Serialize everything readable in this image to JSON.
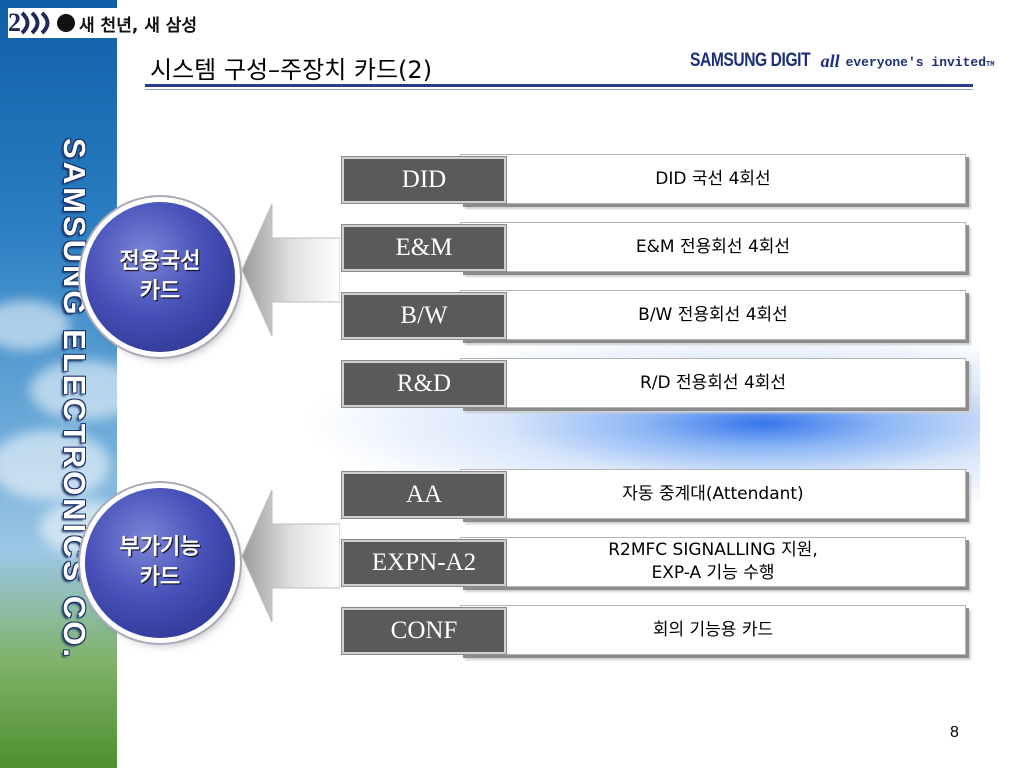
{
  "header": {
    "logo_number": "2",
    "logo_slogan": "새 천년, 새 삼성",
    "title": "시스템 구성–주장치 카드(2)",
    "brand_samsung_digital": "SAMSUNG DIGIT",
    "brand_all": "all",
    "brand_tagline": "everyone's invited",
    "brand_tm": "TM"
  },
  "side_banner": {
    "text": "SAMSUNG ELECTRONICS CO."
  },
  "groups": [
    {
      "label": "전용국선\n카드"
    },
    {
      "label": "부가기능\n카드"
    }
  ],
  "rows": [
    {
      "code": "DID",
      "description": "DID 국선 4회선"
    },
    {
      "code": "E&M",
      "description": "E&M 전용회선 4회선"
    },
    {
      "code": "B/W",
      "description": "B/W 전용회선 4회선"
    },
    {
      "code": "R&D",
      "description": "R/D 전용회선 4회선"
    },
    {
      "code": "AA",
      "description": "자동 중계대(Attendant)"
    },
    {
      "code": "EXPN-A2",
      "description": "R2MFC SIGNALLING 지원,\nEXP-A 기능 수행"
    },
    {
      "code": "CONF",
      "description": "회의 기능용 카드"
    }
  ],
  "footer": {
    "page_number": "8"
  },
  "colors": {
    "circle_fill": "#3b45a8",
    "code_box": "#5a5a5a",
    "title_rule": "#2b3b8f",
    "brand": "#1b2f7a"
  },
  "icons": [
    "left-arrow-icon",
    "circle-badge"
  ]
}
